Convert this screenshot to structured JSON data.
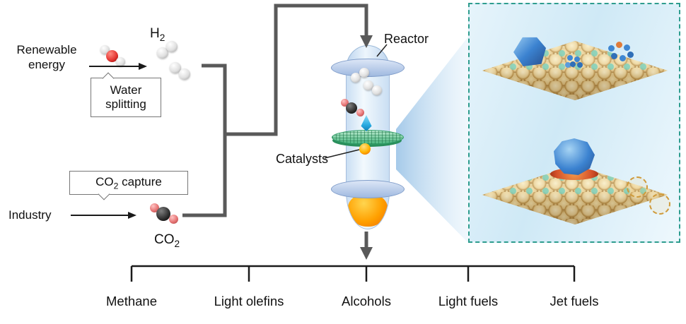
{
  "figure": {
    "inputs": {
      "renewable_energy": {
        "line1": "Renewable",
        "line2": "energy"
      },
      "water_splitting": {
        "line1": "Water",
        "line2": "splitting"
      },
      "h2": {
        "symbol": "H",
        "subscript": "2"
      },
      "industry": {
        "label": "Industry"
      },
      "co2_capture": {
        "prefix": "CO",
        "subscript": "2",
        "suffix": " capture"
      },
      "co2": {
        "symbol": "CO",
        "subscript": "2"
      }
    },
    "reactor": {
      "label": "Reactor",
      "catalysts": "Catalysts"
    },
    "products": [
      "Methane",
      "Light olefins",
      "Alcohols",
      "Light fuels",
      "Jet fuels"
    ],
    "colors": {
      "connector_gray": "#595959",
      "outline_black": "#1a1a1a",
      "reactor_glass": "#cfe2f3",
      "reactor_flange": "#b0c6e8",
      "catalyst_green": "#2f9e68",
      "droplet_blue": "#29abe2",
      "product_liquid_orange": "#ffa000",
      "inset_border_teal": "#2e9d8e",
      "surface_atom_tan": "#ecd49a",
      "surface_atom_teal": "#6ecab2",
      "nanoparticle_blue": "#3b82d0"
    }
  }
}
